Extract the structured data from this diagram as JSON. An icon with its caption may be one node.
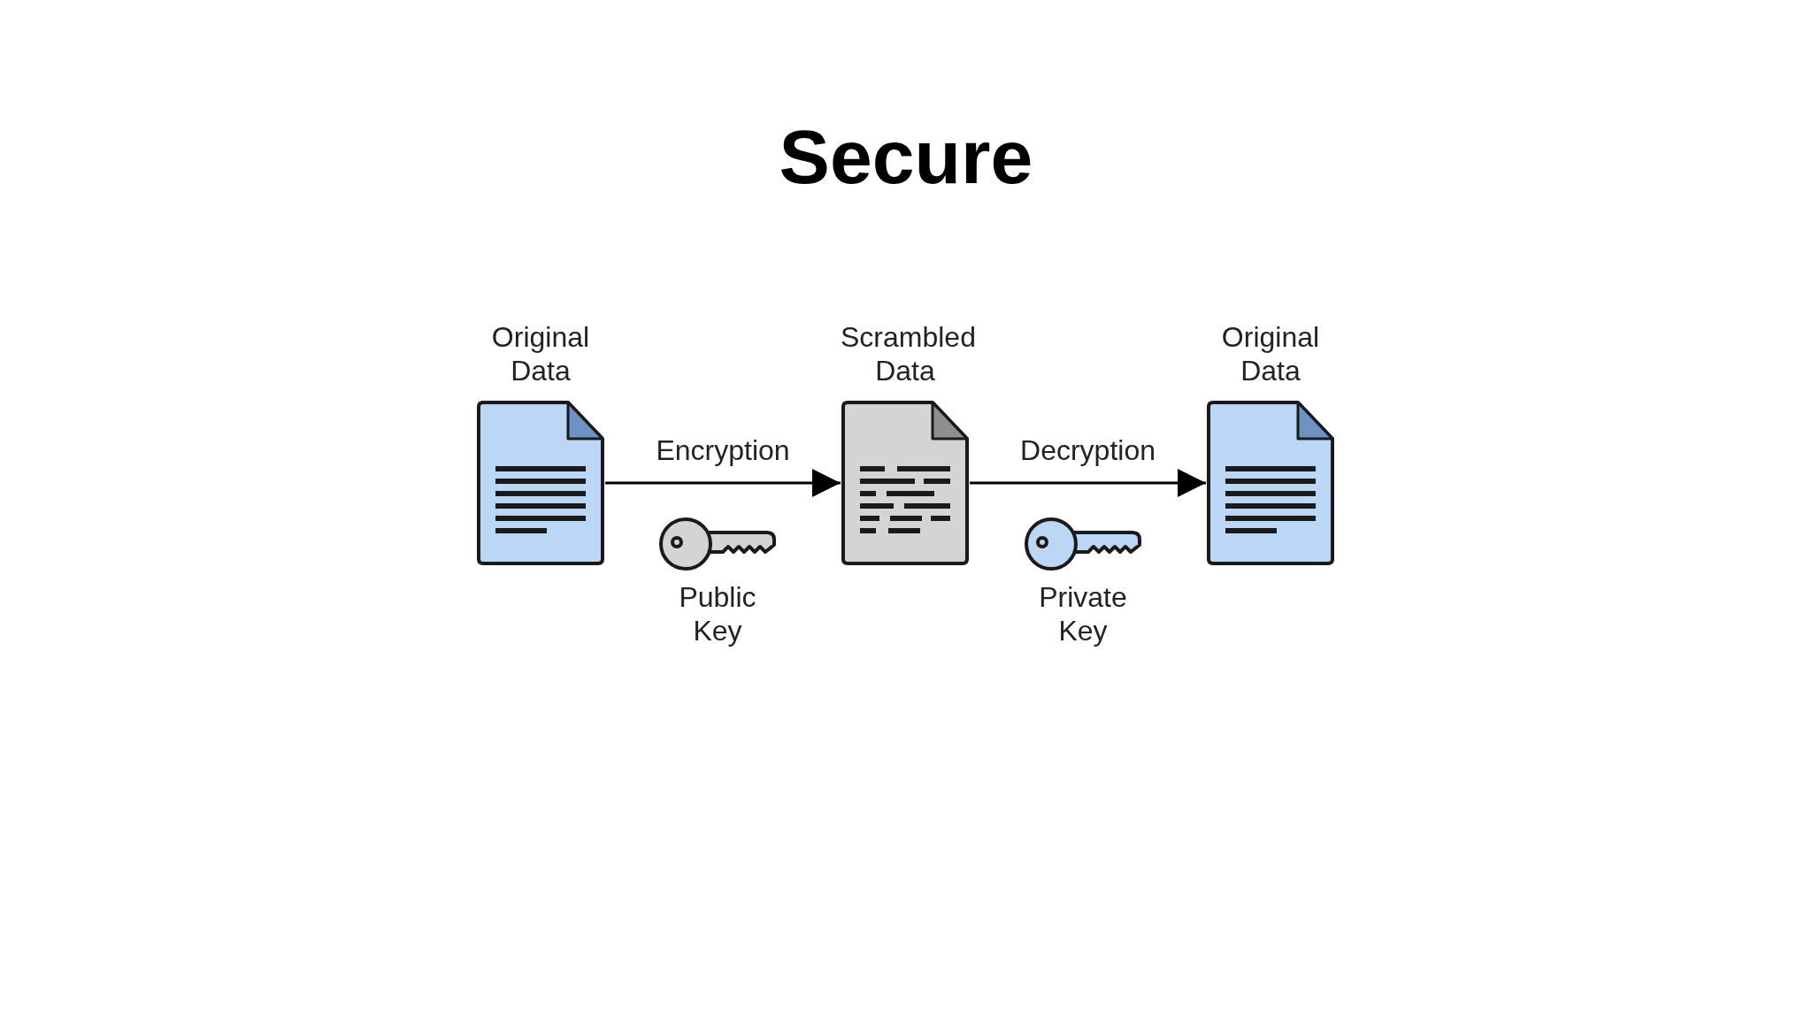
{
  "diagram": {
    "title": "Secure",
    "nodes": [
      {
        "text": [
          "Original Data"
        ]
      },
      {
        "text": [
          "Scrambled Data"
        ]
      },
      {
        "text": [
          "Original Data"
        ]
      }
    ],
    "edges": [
      {
        "from": 0,
        "to": 1,
        "arrow": "to",
        "label": "Encryption"
      },
      {
        "from": 1,
        "to": 2,
        "arrow": "to",
        "label": "Decryption"
      }
    ],
    "labels": [
      "Public Key",
      "Private Key"
    ]
  }
}
